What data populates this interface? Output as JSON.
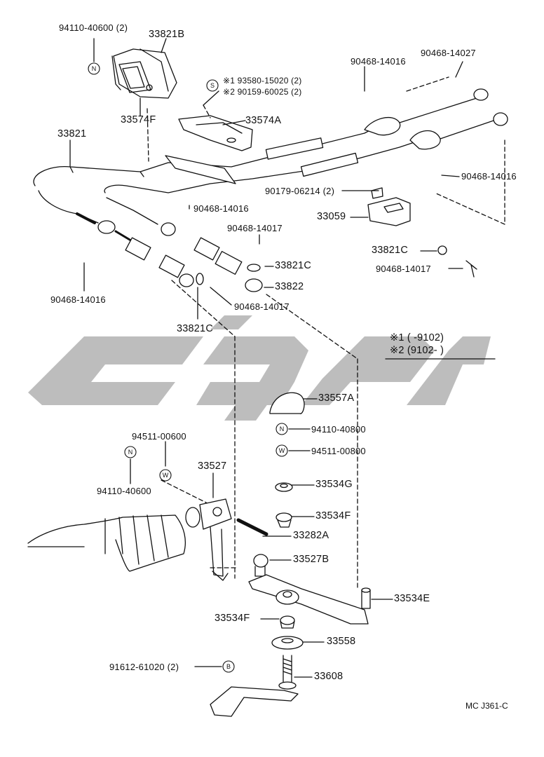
{
  "labels": {
    "l_94110_40600_2": "94110-40600 (2)",
    "l_33821B": "33821B",
    "l_33574F": "33574F",
    "l_s1_93580": "※1 93580-15020 (2)",
    "l_s2_90159": "※2 90159-60025 (2)",
    "l_33574A": "33574A",
    "l_33821": "33821",
    "l_90468_14016_top": "90468-14016",
    "l_90468_14027": "90468-14027",
    "l_90468_14016_right": "90468-14016",
    "l_90179_06214": "90179-06214 (2)",
    "l_33059": "33059",
    "l_90468_14016_mid": "90468-14016",
    "l_90468_14017_a": "90468-14017",
    "l_33821C_a": "33821C",
    "l_33822": "33822",
    "l_90468_14017_b": "90468-14017",
    "l_33821C_b": "33821C",
    "l_90468_14017_c": "90468-14017",
    "l_90468_14016_left": "90468-14016",
    "l_33821C_c": "33821C",
    "l_note1": "※1 (      -9102)",
    "l_note2": "※2 (9102-      )",
    "l_33557A": "33557A",
    "l_94110_40800": "94110-40800",
    "l_94511_00800": "94511-00800",
    "l_94511_00600": "94511-00600",
    "l_33527": "33527",
    "l_94110_40600": "94110-40600",
    "l_33534G": "33534G",
    "l_33534F_a": "33534F",
    "l_33282A": "33282A",
    "l_33527B": "33527B",
    "l_33534E": "33534E",
    "l_33534F_b": "33534F",
    "l_33558": "33558",
    "l_91612_61020": "91612-61020 (2)",
    "l_33608": "33608",
    "l_code": "MC J361-C"
  },
  "symbols": {
    "n_top": "N",
    "s_top": "S",
    "n_mid": "N",
    "w_mid": "W",
    "n_left": "N",
    "w_left": "W",
    "b_bot": "B"
  }
}
